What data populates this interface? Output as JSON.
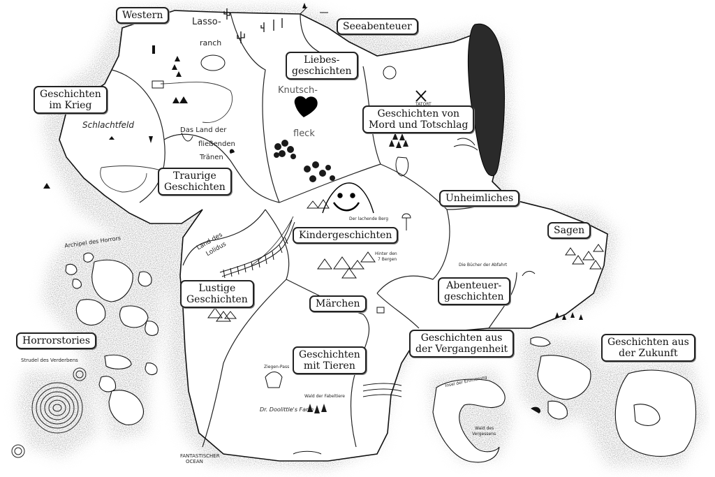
{
  "map": {
    "regions": {
      "western": "Western",
      "seeabenteuer": "Seeabenteuer",
      "liebes_1": "Liebes-",
      "liebes_2": "geschichten",
      "krieg_1": "Geschichten",
      "krieg_2": "im Krieg",
      "mord_1": "Geschichten von",
      "mord_2": "Mord und Totschlag",
      "traurig_1": "Traurige",
      "traurig_2": "Geschichten",
      "unheimliches": "Unheimliches",
      "sagen": "Sagen",
      "kinder": "Kindergeschichten",
      "lustige_1": "Lustige",
      "lustige_2": "Geschichten",
      "abenteuer_1": "Abenteuer-",
      "abenteuer_2": "geschichten",
      "maerchen": "Märchen",
      "horror": "Horrorstories",
      "vergangenheit_1": "Geschichten aus",
      "vergangenheit_2": "der Vergangenheit",
      "zukunft_1": "Geschichten aus",
      "zukunft_2": "der Zukunft",
      "tiere_1": "Geschichten",
      "tiere_2": "mit Tieren"
    },
    "handwritten": {
      "lasso": "Lasso-",
      "ranch": "ranch",
      "knutsch": "Knutsch-",
      "fleck": "fleck",
      "schlachtfeld": "Schlachtfeld",
      "land_1": "Das Land der",
      "land_2": "fließenden",
      "land_3": "Tränen",
      "lolidus_1": "Land des",
      "lolidus_2": "Lolidus",
      "archipel": "Archipel des Horrors",
      "strudel": "Strudel des Verderbens",
      "hinter_1": "Hinter den",
      "hinter_2": "7 Bergen",
      "zauberer_farm": "Dr. Doolittle's Farm",
      "wald_fabeltiere": "Wald der Fabeltiere",
      "insel_erinnerung": "Insel der Erinnerung",
      "wald_vergessens_1": "Wald des",
      "wald_vergessens_2": "Vergessens",
      "ocean_1": "FANTASTISCHER",
      "ocean_2": "OCEAN",
      "ziegenpass": "Ziegen-Pass",
      "tatort": "TATORT",
      "lachender_berg": "Der lachende Berg",
      "drei_buecher": "Die Bücher der Abfahrt"
    }
  }
}
